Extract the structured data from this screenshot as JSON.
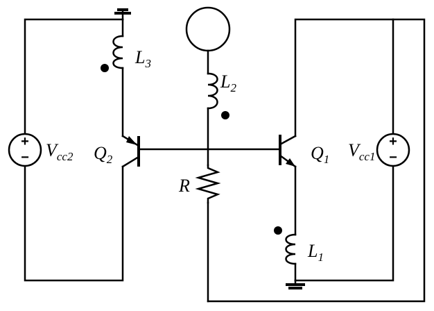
{
  "labels": {
    "L1": {
      "main": "L",
      "sub": "1"
    },
    "L2": {
      "main": "L",
      "sub": "2"
    },
    "L3": {
      "main": "L",
      "sub": "3"
    },
    "Q1": {
      "main": "Q",
      "sub": "1"
    },
    "Q2": {
      "main": "Q",
      "sub": "2"
    },
    "R": {
      "main": "R"
    },
    "Vcc1": {
      "main": "V",
      "sub": "cc1"
    },
    "Vcc2": {
      "main": "V",
      "sub": "cc2"
    }
  },
  "source_signs": {
    "plus": "+",
    "minus": "−"
  }
}
